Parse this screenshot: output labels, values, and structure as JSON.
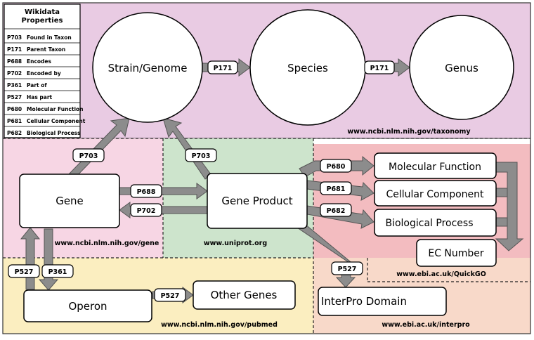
{
  "legend": {
    "title_line1": "Wikidata",
    "title_line2": "Properties",
    "rows": [
      {
        "code": "P703",
        "label": "Found in Taxon"
      },
      {
        "code": "P171",
        "label": "Parent Taxon"
      },
      {
        "code": "P688",
        "label": "Encodes"
      },
      {
        "code": "P702",
        "label": "Encoded by"
      },
      {
        "code": "P361",
        "label": "Part of"
      },
      {
        "code": "P527",
        "label": "Has part"
      },
      {
        "code": "P680",
        "label": "Molecular Function"
      },
      {
        "code": "P681",
        "label": "Cellular Component"
      },
      {
        "code": "P682",
        "label": "Biological Process"
      }
    ]
  },
  "regions": {
    "taxonomy_url": "www.ncbi.nlm.nih.gov/taxonomy",
    "gene_url": "www.ncbi.nlm.nih.gov/gene",
    "uniprot_url": "www.uniprot.org",
    "quickgo_url": "www.ebi.ac.uk/QuickGO",
    "pubmed_url": "www.ncbi.nlm.nih.gov/pubmed",
    "interpro_url": "www.ebi.ac.uk/interpro"
  },
  "nodes": {
    "strain": "Strain/Genome",
    "species": "Species",
    "genus": "Genus",
    "gene": "Gene",
    "gene_product": "Gene Product",
    "molecular_function": "Molecular Function",
    "cellular_component": "Cellular Component",
    "biological_process": "Biological Process",
    "ec_number": "EC Number",
    "operon": "Operon",
    "other_genes": "Other Genes",
    "interpro_domain": "InterPro Domain"
  },
  "edges": {
    "strain_species": "P171",
    "species_genus": "P171",
    "gene_strain": "P703",
    "product_strain": "P703",
    "gene_product": "P688",
    "product_gene": "P702",
    "product_mf": "P680",
    "product_cc": "P681",
    "product_bp": "P682",
    "product_interpro": "P527",
    "operon_gene": "P527",
    "gene_operon": "P361",
    "operon_other": "P527"
  },
  "colors": {
    "taxonomy_bg": "#e9cbe3",
    "gene_bg": "#f7d6e4",
    "uniprot_bg": "#cde4cc",
    "quickgo_bg": "#f3bcc0",
    "pubmed_bg": "#fbeec0",
    "interpro_bg": "#f8d9c9",
    "arrow": "#8c8c8c"
  }
}
